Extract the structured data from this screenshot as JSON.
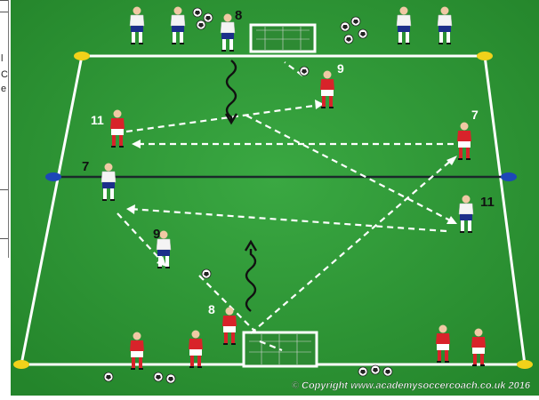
{
  "diagram": {
    "grass_color": "#2f9a36",
    "line_color": "#ffffff",
    "red_team_color": "#d8232a",
    "white_team_color": "#f4f4f4",
    "blue_shorts_color": "#1c2f8a",
    "cone_yellow": "#f1d21a",
    "cone_blue": "#1d47b8"
  },
  "labels": {
    "top_striker_number": "8",
    "red_top_number": "9",
    "red_left_number": "11",
    "white_left_number": "7",
    "red_right_number": "7",
    "white_right_number": "11",
    "white_bottom_left_number": "9",
    "red_bottom_number": "8"
  },
  "left_strip": {
    "chars": [
      "l",
      "C",
      "e"
    ]
  },
  "copyright": "© Copyright www.academysoccercoach.co.uk 2016"
}
